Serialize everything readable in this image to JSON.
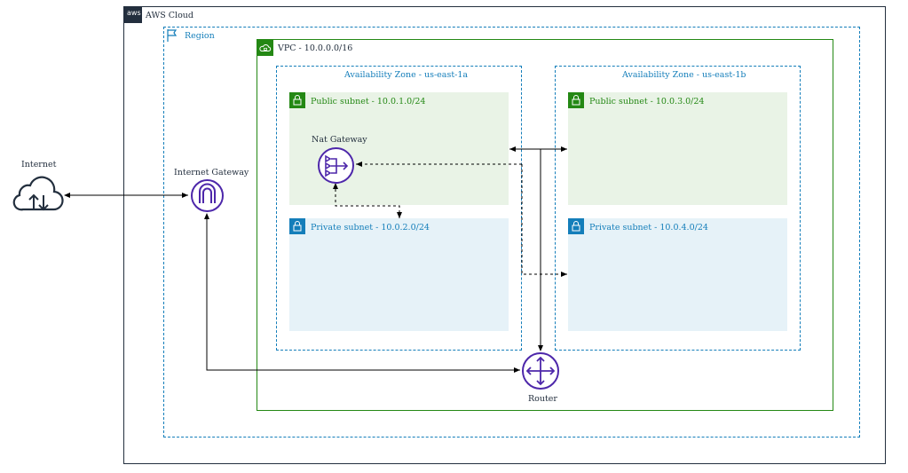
{
  "diagram": {
    "cloud": {
      "label": "AWS Cloud",
      "logo_text": "aws"
    },
    "region": {
      "label": "Region"
    },
    "vpc": {
      "label": "VPC - 10.0.0.0/16"
    },
    "zones": [
      {
        "label": "Availability Zone - us-east-1a"
      },
      {
        "label": "Availability Zone - us-east-1b"
      }
    ],
    "subnets": [
      {
        "label": "Public subnet - 10.0.1.0/24",
        "kind": "public"
      },
      {
        "label": "Private subnet - 10.0.2.0/24",
        "kind": "private"
      },
      {
        "label": "Public subnet - 10.0.3.0/24",
        "kind": "public"
      },
      {
        "label": "Private subnet - 10.0.4.0/24",
        "kind": "private"
      }
    ],
    "nodes": {
      "internet": {
        "label": "Internet",
        "icon": "cloud-upload-download-icon"
      },
      "igw": {
        "label": "Internet Gateway",
        "icon": "internet-gateway-icon"
      },
      "nat": {
        "label": "Nat Gateway",
        "icon": "nat-gateway-icon"
      },
      "router": {
        "label": "Router",
        "icon": "router-icon"
      }
    },
    "colors": {
      "aws_dark": "#232f3e",
      "region_blue": "#147eba",
      "vpc_green": "#248814",
      "public_fill": "#e9f3e6",
      "private_fill": "#e6f2f8",
      "icon_purple": "#4d27aa"
    }
  }
}
